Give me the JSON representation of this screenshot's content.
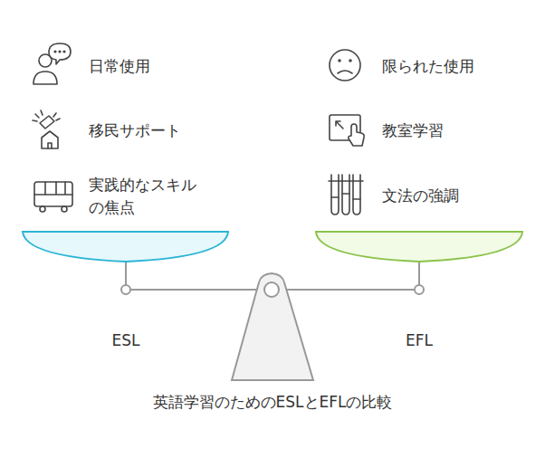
{
  "diagram": {
    "caption": "英語学習のためのESLとEFLの比較",
    "labels": [
      "日常使用",
      "移民サポート",
      "実践的なスキル の焦点",
      "限られた使用",
      "教室学習",
      "文法の強調",
      "ESL",
      "EFL"
    ]
  }
}
